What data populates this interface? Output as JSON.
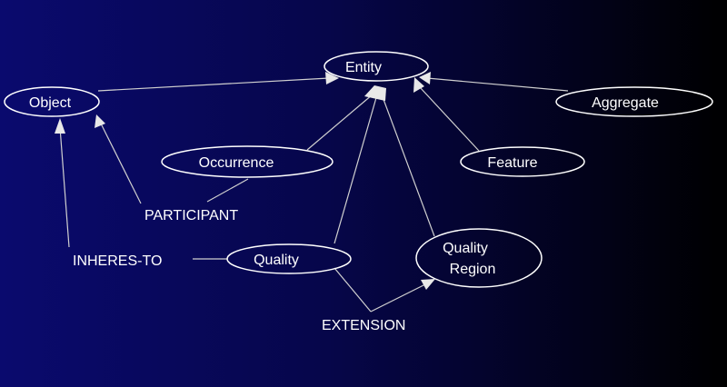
{
  "nodes": {
    "entity": {
      "label": "Entity"
    },
    "object": {
      "label": "Object"
    },
    "aggregate": {
      "label": "Aggregate"
    },
    "occurrence": {
      "label": "Occurrence"
    },
    "feature": {
      "label": "Feature"
    },
    "quality": {
      "label": "Quality"
    },
    "quality_region": {
      "label_line1": "Quality",
      "label_line2": "Region"
    }
  },
  "relations": {
    "participant": "PARTICIPANT",
    "inheres_to": "INHERES-TO",
    "extension": "EXTENSION"
  },
  "colors": {
    "background_left": "#0a0a6e",
    "background_right": "#000000",
    "text": "#ffffff",
    "lines": "#d0d0d0"
  }
}
